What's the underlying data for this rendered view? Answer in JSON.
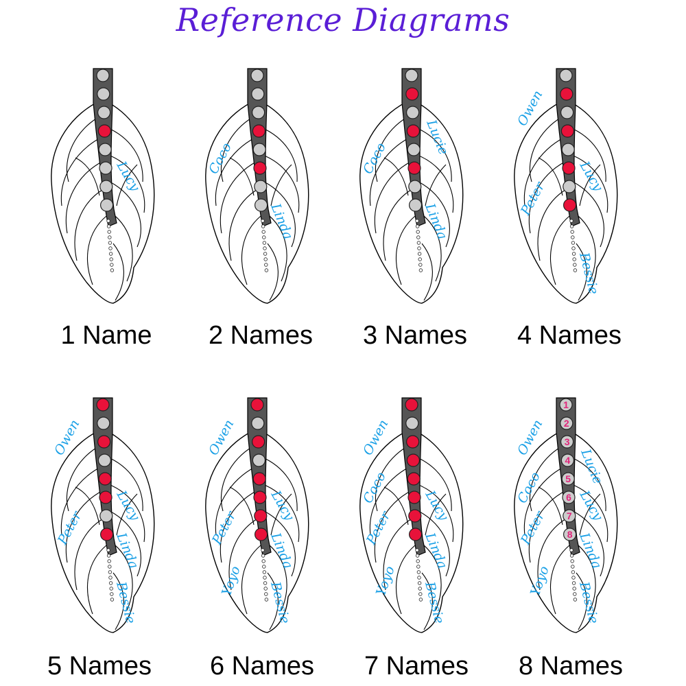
{
  "title": "Reference Diagrams",
  "colors": {
    "title": "#5a1ed6",
    "name_text": "#1aa0e6",
    "stone_red": "#e8123a",
    "stone_gray": "#cccccc",
    "number_text": "#e0257a"
  },
  "panels": [
    {
      "caption": "1 Name",
      "red": [
        3
      ],
      "labels": [
        "Lucy"
      ]
    },
    {
      "caption": "2 Names",
      "red": [
        3,
        5
      ],
      "labels": [
        "Coco",
        "Linda"
      ]
    },
    {
      "caption": "3 Names",
      "red": [
        1,
        3,
        5
      ],
      "labels": [
        "Coco",
        "Lucie",
        "Linda"
      ]
    },
    {
      "caption": "4 Names",
      "red": [
        1,
        3,
        5,
        7
      ],
      "labels": [
        "Owen",
        "Lucy",
        "Peter",
        "Bessie"
      ]
    },
    {
      "caption": "5 Names",
      "red": [
        0,
        2,
        4,
        5,
        7
      ],
      "labels": [
        "Owen",
        "Lucy",
        "Peter",
        "Linda",
        "Bessie"
      ]
    },
    {
      "caption": "6 Names",
      "red": [
        0,
        2,
        4,
        5,
        6,
        7
      ],
      "labels": [
        "Owen",
        "Lucy",
        "Peter",
        "Linda",
        "Yoyo",
        "Bessie"
      ]
    },
    {
      "caption": "7 Names",
      "red": [
        0,
        2,
        3,
        4,
        5,
        6,
        7
      ],
      "labels": [
        "Owen",
        "Coco",
        "Lucy",
        "Peter",
        "Linda",
        "Yoyo",
        "Bessie"
      ]
    },
    {
      "caption": "8 Names",
      "red": [],
      "numbers": [
        "1",
        "2",
        "3",
        "4",
        "5",
        "6",
        "7",
        "8"
      ],
      "labels": [
        "Owen",
        "Lucie",
        "Coco",
        "Lucy",
        "Peter",
        "Linda",
        "Yoyo",
        "Bessie"
      ]
    }
  ]
}
